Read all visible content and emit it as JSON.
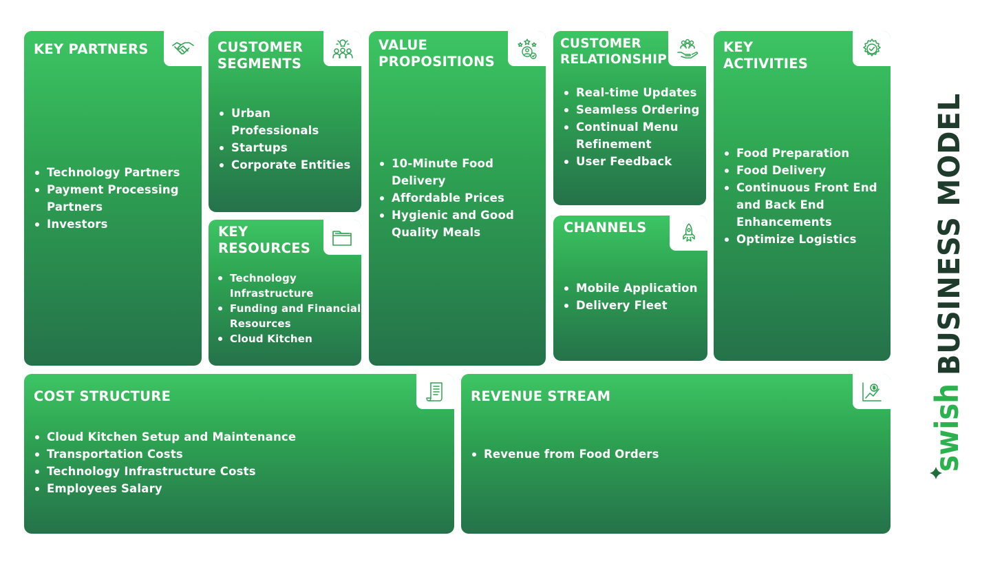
{
  "colors": {
    "card_top": "#3dc563",
    "card_bottom": "#25724a",
    "brand_green": "#2bb14e",
    "brand_dark": "#1f3b2c"
  },
  "brand": {
    "logo_text": "swish",
    "title": "BUSINESS MODEL"
  },
  "key_partners": {
    "title": "KEY PARTNERS",
    "icon": "handshake-icon",
    "items": [
      "Technology Partners",
      "Payment Processing Partners",
      "Investors"
    ]
  },
  "customer_segments": {
    "title": "CUSTOMER\nSEGMENTS",
    "icon": "people-idea-icon",
    "items": [
      "Urban Professionals",
      "Startups",
      "Corporate Entities"
    ]
  },
  "key_resources": {
    "title": "KEY\nRESOURCES",
    "icon": "folder-icon",
    "items": [
      "Technology Infrastructure",
      "Funding and Financial Resources",
      "Cloud Kitchen"
    ]
  },
  "value_propositions": {
    "title": "VALUE\nPROPOSITIONS",
    "icon": "star-rating-user-icon",
    "items": [
      "10-Minute Food Delivery",
      "Affordable Prices",
      "Hygienic and Good Quality Meals"
    ]
  },
  "customer_relationship": {
    "title": "CUSTOMER\nRELATIONSHIP",
    "icon": "hand-people-icon",
    "items": [
      "Real-time Updates",
      "Seamless Ordering",
      "Continual Menu Refinement",
      "User Feedback"
    ]
  },
  "channels": {
    "title": "CHANNELS",
    "icon": "rocket-icon",
    "items": [
      "Mobile Application",
      "Delivery Fleet"
    ]
  },
  "key_activities": {
    "title": "KEY\nACTIVITIES",
    "icon": "gear-check-icon",
    "items": [
      "Food Preparation",
      "Food Delivery",
      "Continuous Front End and Back End Enhancements",
      "Optimize Logistics"
    ]
  },
  "cost_structure": {
    "title": "COST STRUCTURE",
    "icon": "receipt-icon",
    "items": [
      "Cloud Kitchen Setup and Maintenance",
      "Transportation Costs",
      "Technology Infrastructure Costs",
      "Employees Salary"
    ]
  },
  "revenue_stream": {
    "title": "REVENUE STREAM",
    "icon": "revenue-chart-icon",
    "items": [
      "Revenue from Food Orders"
    ]
  }
}
